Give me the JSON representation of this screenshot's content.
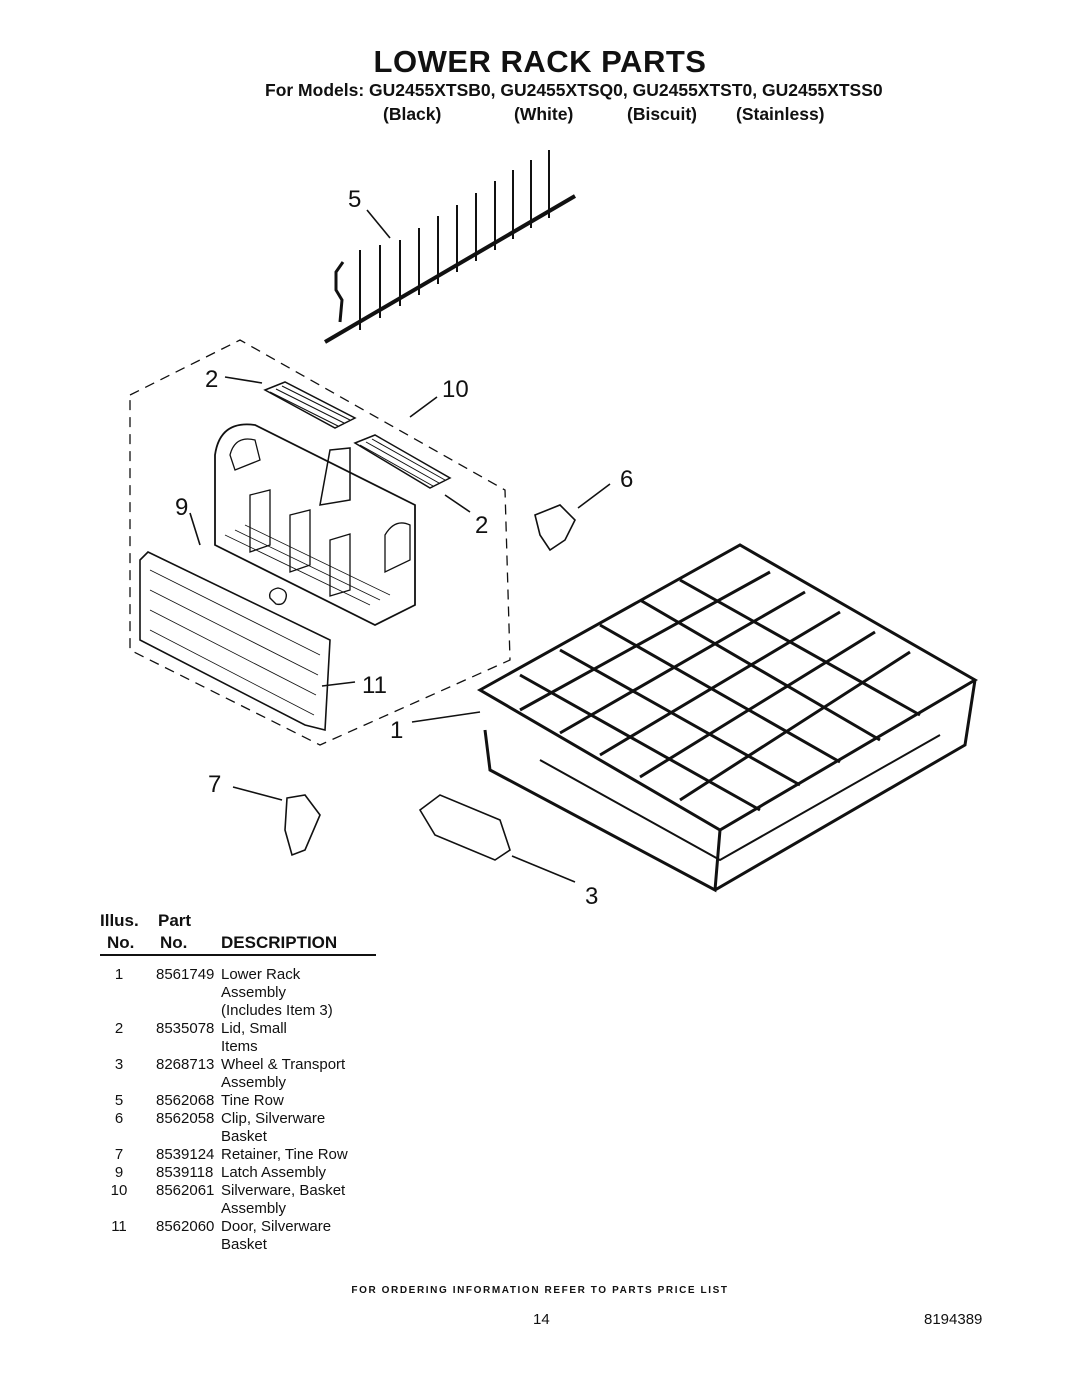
{
  "title": "LOWER RACK PARTS",
  "models_line": "For Models: GU2455XTSB0, GU2455XTSQ0, GU2455XTST0, GU2455XTSS0",
  "colors": [
    "(Black)",
    "(White)",
    "(Biscuit)",
    "(Stainless)"
  ],
  "callouts": [
    "5",
    "2",
    "10",
    "6",
    "9",
    "2",
    "11",
    "1",
    "7",
    "3"
  ],
  "table": {
    "header_illus": "Illus.",
    "header_illus_no": "No.",
    "header_part": "Part",
    "header_part_no": "No.",
    "header_desc": "DESCRIPTION",
    "rows": [
      {
        "no": "1",
        "part": "8561749",
        "desc": [
          "Lower Rack",
          "Assembly",
          "(Includes Item 3)"
        ]
      },
      {
        "no": "2",
        "part": "8535078",
        "desc": [
          "Lid, Small",
          "Items"
        ]
      },
      {
        "no": "3",
        "part": "8268713",
        "desc": [
          "Wheel & Transport",
          "Assembly"
        ]
      },
      {
        "no": "5",
        "part": "8562068",
        "desc": [
          "Tine Row"
        ]
      },
      {
        "no": "6",
        "part": "8562058",
        "desc": [
          "Clip, Silverware",
          "Basket"
        ]
      },
      {
        "no": "7",
        "part": "8539124",
        "desc": [
          "Retainer, Tine Row"
        ]
      },
      {
        "no": "9",
        "part": "8539118",
        "desc": [
          "Latch Assembly"
        ]
      },
      {
        "no": "10",
        "part": "8562061",
        "desc": [
          "Silverware, Basket",
          "Assembly"
        ]
      },
      {
        "no": "11",
        "part": "8562060",
        "desc": [
          "Door, Silverware",
          "Basket"
        ]
      }
    ]
  },
  "footer": "FOR ORDERING INFORMATION REFER TO PARTS PRICE LIST",
  "page_number": "14",
  "document_number": "8194389"
}
